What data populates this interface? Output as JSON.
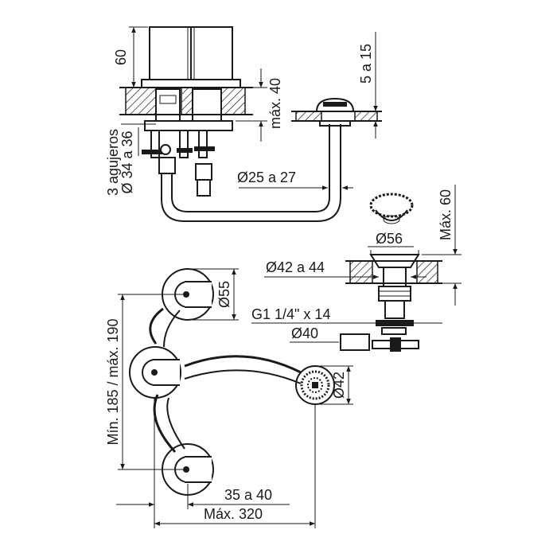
{
  "colors": {
    "ink": "#1a1a1a",
    "background": "#ffffff"
  },
  "labels": {
    "height_60": "60",
    "max_40": "máx. 40",
    "range_5_15": "5 a 15",
    "holes_line1": "3 agujeros",
    "holes_line2": "Ø 34 a 36",
    "pipe_dia": "Ø25 a 27",
    "max_60": "Máx. 60",
    "dia_56": "Ø56",
    "dia_42_44": "Ø42 a 44",
    "thread": "G1 1/4\" x 14",
    "dia_40": "Ø40",
    "dia_55": "Ø55",
    "dia_42": "Ø42",
    "min_max_190": "Mín. 185 / máx. 190",
    "range_35_40": "35 a 40",
    "max_320": "Máx. 320"
  }
}
